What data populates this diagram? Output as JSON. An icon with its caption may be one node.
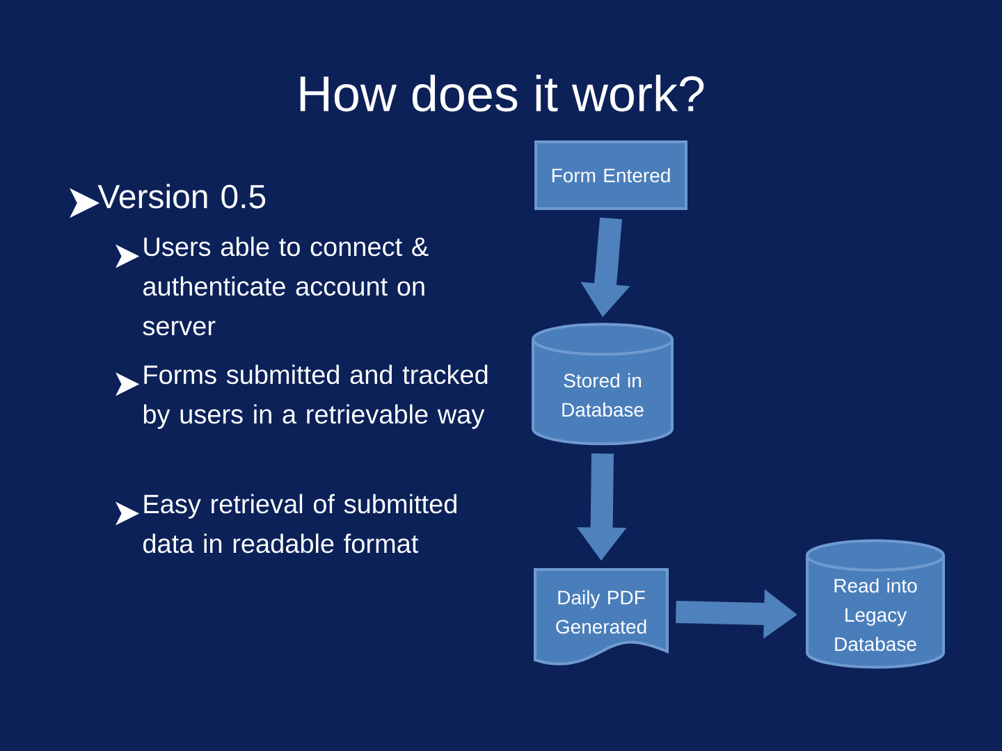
{
  "diagram": {
    "title": "How does it work?",
    "nodes": [
      {
        "text": [
          "Form Entered"
        ]
      },
      {
        "text": [
          "Stored in Database"
        ]
      },
      {
        "text": [
          "Daily PDF Generated"
        ]
      },
      {
        "text": [
          "Read into Legacy Database"
        ]
      }
    ],
    "edges": [
      {
        "from": 0,
        "to": 1,
        "arrow": "to"
      },
      {
        "from": 1,
        "to": 2,
        "arrow": "to"
      },
      {
        "from": 2,
        "to": 3,
        "arrow": "to"
      }
    ],
    "labels": [
      "Version 0.5",
      "Users able to connect & authenticate account on server",
      "Forms submitted and tracked by users in a retrievable way",
      "Easy retrieval of submitted data in readable format"
    ]
  }
}
